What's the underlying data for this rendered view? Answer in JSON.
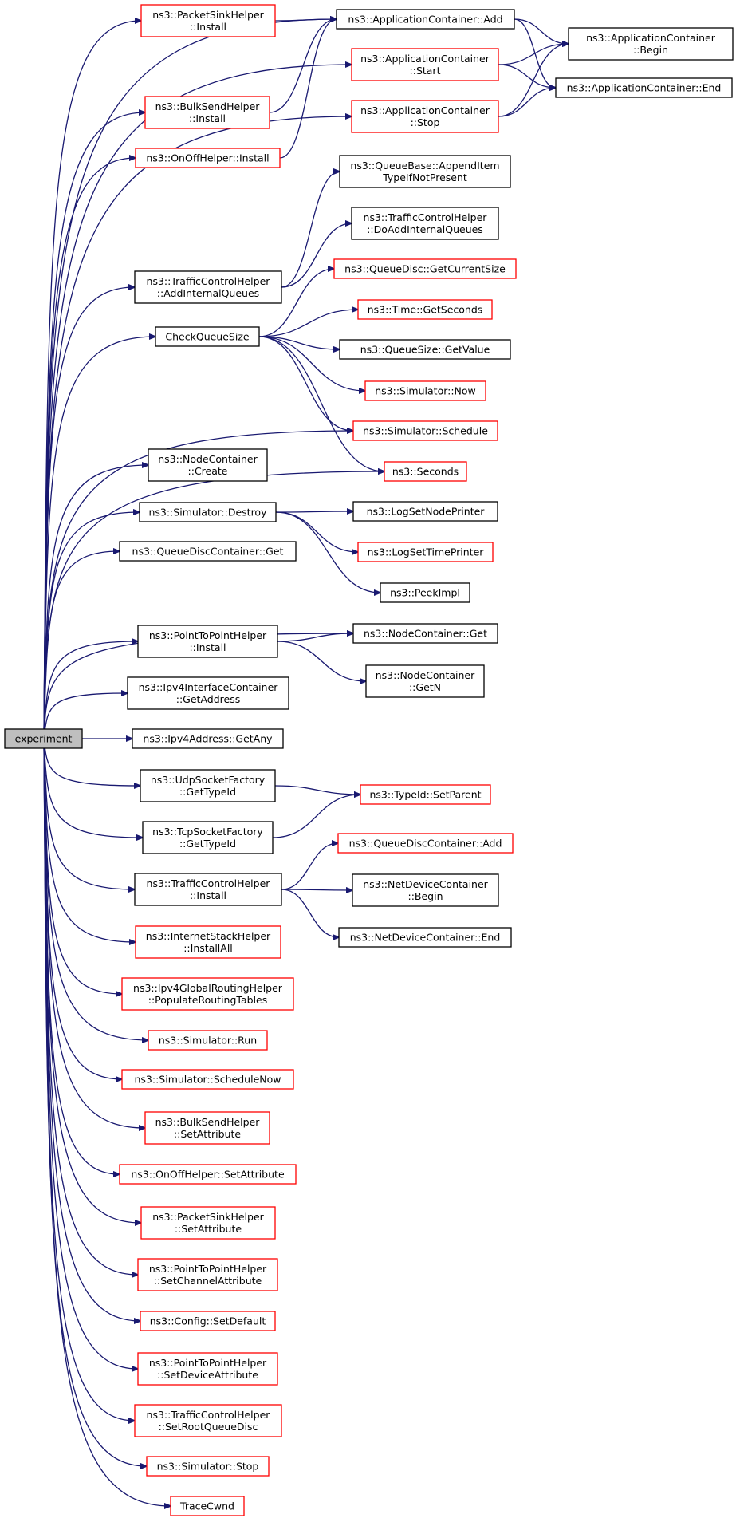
{
  "colors": {
    "edge": "#191970",
    "link_border": "#ff0000",
    "plain_border": "#000000",
    "root_fill": "#bfbfbf"
  },
  "nodes": [
    {
      "id": "experiment",
      "lines": [
        "experiment"
      ],
      "style": "root"
    },
    {
      "id": "psh_install",
      "lines": [
        "ns3::PacketSinkHelper",
        "::Install"
      ],
      "style": "red"
    },
    {
      "id": "bsh_install",
      "lines": [
        "ns3::BulkSendHelper",
        "::Install"
      ],
      "style": "red"
    },
    {
      "id": "ooh_install",
      "lines": [
        "ns3::OnOffHelper::Install"
      ],
      "style": "red"
    },
    {
      "id": "tch_aiq",
      "lines": [
        "ns3::TrafficControlHelper",
        "::AddInternalQueues"
      ],
      "style": "black"
    },
    {
      "id": "checkq",
      "lines": [
        "CheckQueueSize"
      ],
      "style": "black"
    },
    {
      "id": "nc_create",
      "lines": [
        "ns3::NodeContainer",
        "::Create"
      ],
      "style": "black"
    },
    {
      "id": "sim_destroy",
      "lines": [
        "ns3::Simulator::Destroy"
      ],
      "style": "black"
    },
    {
      "id": "qdc_get",
      "lines": [
        "ns3::QueueDiscContainer::Get"
      ],
      "style": "black"
    },
    {
      "id": "p2p_install",
      "lines": [
        "ns3::PointToPointHelper",
        "::Install"
      ],
      "style": "black"
    },
    {
      "id": "ipv4ic_getaddr",
      "lines": [
        "ns3::Ipv4InterfaceContainer",
        "::GetAddress"
      ],
      "style": "black"
    },
    {
      "id": "ipv4addr_getany",
      "lines": [
        "ns3::Ipv4Address::GetAny"
      ],
      "style": "black"
    },
    {
      "id": "udp_gettypeid",
      "lines": [
        "ns3::UdpSocketFactory",
        "::GetTypeId"
      ],
      "style": "black"
    },
    {
      "id": "tcp_gettypeid",
      "lines": [
        "ns3::TcpSocketFactory",
        "::GetTypeId"
      ],
      "style": "black"
    },
    {
      "id": "tch_install",
      "lines": [
        "ns3::TrafficControlHelper",
        "::Install"
      ],
      "style": "black"
    },
    {
      "id": "ish_installall",
      "lines": [
        "ns3::InternetStackHelper",
        "::InstallAll"
      ],
      "style": "red"
    },
    {
      "id": "ipv4grh_populate",
      "lines": [
        "ns3::Ipv4GlobalRoutingHelper",
        "::PopulateRoutingTables"
      ],
      "style": "red"
    },
    {
      "id": "sim_run",
      "lines": [
        "ns3::Simulator::Run"
      ],
      "style": "red"
    },
    {
      "id": "sim_schednow",
      "lines": [
        "ns3::Simulator::ScheduleNow"
      ],
      "style": "red"
    },
    {
      "id": "bsh_setattr",
      "lines": [
        "ns3::BulkSendHelper",
        "::SetAttribute"
      ],
      "style": "red"
    },
    {
      "id": "ooh_setattr",
      "lines": [
        "ns3::OnOffHelper::SetAttribute"
      ],
      "style": "red"
    },
    {
      "id": "psh_setattr",
      "lines": [
        "ns3::PacketSinkHelper",
        "::SetAttribute"
      ],
      "style": "red"
    },
    {
      "id": "p2p_setchattr",
      "lines": [
        "ns3::PointToPointHelper",
        "::SetChannelAttribute"
      ],
      "style": "red"
    },
    {
      "id": "cfg_setdefault",
      "lines": [
        "ns3::Config::SetDefault"
      ],
      "style": "red"
    },
    {
      "id": "p2p_setdevattr",
      "lines": [
        "ns3::PointToPointHelper",
        "::SetDeviceAttribute"
      ],
      "style": "red"
    },
    {
      "id": "tch_setroot",
      "lines": [
        "ns3::TrafficControlHelper",
        "::SetRootQueueDisc"
      ],
      "style": "red"
    },
    {
      "id": "sim_stop",
      "lines": [
        "ns3::Simulator::Stop"
      ],
      "style": "red"
    },
    {
      "id": "tracecwnd",
      "lines": [
        "TraceCwnd"
      ],
      "style": "red"
    },
    {
      "id": "ac_add",
      "lines": [
        "ns3::ApplicationContainer::Add"
      ],
      "style": "black"
    },
    {
      "id": "ac_start",
      "lines": [
        "ns3::ApplicationContainer",
        "::Start"
      ],
      "style": "red"
    },
    {
      "id": "ac_stop",
      "lines": [
        "ns3::ApplicationContainer",
        "::Stop"
      ],
      "style": "red"
    },
    {
      "id": "qb_append",
      "lines": [
        "ns3::QueueBase::AppendItem",
        "TypeIfNotPresent"
      ],
      "style": "black"
    },
    {
      "id": "tch_doaiq",
      "lines": [
        "ns3::TrafficControlHelper",
        "::DoAddInternalQueues"
      ],
      "style": "black"
    },
    {
      "id": "qd_getcursize",
      "lines": [
        "ns3::QueueDisc::GetCurrentSize"
      ],
      "style": "red"
    },
    {
      "id": "time_getsec",
      "lines": [
        "ns3::Time::GetSeconds"
      ],
      "style": "red"
    },
    {
      "id": "qs_getvalue",
      "lines": [
        "ns3::QueueSize::GetValue"
      ],
      "style": "black"
    },
    {
      "id": "sim_now",
      "lines": [
        "ns3::Simulator::Now"
      ],
      "style": "red"
    },
    {
      "id": "sim_schedule",
      "lines": [
        "ns3::Simulator::Schedule"
      ],
      "style": "red"
    },
    {
      "id": "seconds",
      "lines": [
        "ns3::Seconds"
      ],
      "style": "red"
    },
    {
      "id": "log_nodeprinter",
      "lines": [
        "ns3::LogSetNodePrinter"
      ],
      "style": "black"
    },
    {
      "id": "log_timeprinter",
      "lines": [
        "ns3::LogSetTimePrinter"
      ],
      "style": "red"
    },
    {
      "id": "peekimpl",
      "lines": [
        "ns3::PeekImpl"
      ],
      "style": "black"
    },
    {
      "id": "nc_get",
      "lines": [
        "ns3::NodeContainer::Get"
      ],
      "style": "black"
    },
    {
      "id": "nc_getn",
      "lines": [
        "ns3::NodeContainer",
        "::GetN"
      ],
      "style": "black"
    },
    {
      "id": "typeid_setparent",
      "lines": [
        "ns3::TypeId::SetParent"
      ],
      "style": "red"
    },
    {
      "id": "qdc_add",
      "lines": [
        "ns3::QueueDiscContainer::Add"
      ],
      "style": "red"
    },
    {
      "id": "ndc_begin",
      "lines": [
        "ns3::NetDeviceContainer",
        "::Begin"
      ],
      "style": "black"
    },
    {
      "id": "ndc_end",
      "lines": [
        "ns3::NetDeviceContainer::End"
      ],
      "style": "black"
    },
    {
      "id": "ac_begin",
      "lines": [
        "ns3::ApplicationContainer",
        "::Begin"
      ],
      "style": "black"
    },
    {
      "id": "ac_end",
      "lines": [
        "ns3::ApplicationContainer::End"
      ],
      "style": "black"
    }
  ],
  "edges": [
    [
      "experiment",
      "psh_install"
    ],
    [
      "experiment",
      "ac_add"
    ],
    [
      "experiment",
      "bsh_install"
    ],
    [
      "experiment",
      "ooh_install"
    ],
    [
      "experiment",
      "ac_start"
    ],
    [
      "experiment",
      "ac_stop"
    ],
    [
      "experiment",
      "tch_aiq"
    ],
    [
      "experiment",
      "checkq"
    ],
    [
      "experiment",
      "sim_schedule"
    ],
    [
      "experiment",
      "seconds"
    ],
    [
      "experiment",
      "nc_create"
    ],
    [
      "experiment",
      "sim_destroy"
    ],
    [
      "experiment",
      "qdc_get"
    ],
    [
      "experiment",
      "nc_get"
    ],
    [
      "experiment",
      "p2p_install"
    ],
    [
      "experiment",
      "ipv4ic_getaddr"
    ],
    [
      "experiment",
      "ipv4addr_getany"
    ],
    [
      "experiment",
      "udp_gettypeid"
    ],
    [
      "experiment",
      "tcp_gettypeid"
    ],
    [
      "experiment",
      "tch_install"
    ],
    [
      "experiment",
      "ish_installall"
    ],
    [
      "experiment",
      "ipv4grh_populate"
    ],
    [
      "experiment",
      "sim_run"
    ],
    [
      "experiment",
      "sim_schednow"
    ],
    [
      "experiment",
      "bsh_setattr"
    ],
    [
      "experiment",
      "ooh_setattr"
    ],
    [
      "experiment",
      "psh_setattr"
    ],
    [
      "experiment",
      "p2p_setchattr"
    ],
    [
      "experiment",
      "cfg_setdefault"
    ],
    [
      "experiment",
      "p2p_setdevattr"
    ],
    [
      "experiment",
      "tch_setroot"
    ],
    [
      "experiment",
      "sim_stop"
    ],
    [
      "experiment",
      "tracecwnd"
    ],
    [
      "psh_install",
      "ac_add"
    ],
    [
      "bsh_install",
      "ac_add"
    ],
    [
      "ooh_install",
      "ac_add"
    ],
    [
      "ac_add",
      "ac_begin"
    ],
    [
      "ac_add",
      "ac_end"
    ],
    [
      "ac_start",
      "ac_begin"
    ],
    [
      "ac_start",
      "ac_end"
    ],
    [
      "ac_stop",
      "ac_begin"
    ],
    [
      "ac_stop",
      "ac_end"
    ],
    [
      "tch_aiq",
      "qb_append"
    ],
    [
      "tch_aiq",
      "tch_doaiq"
    ],
    [
      "checkq",
      "qd_getcursize"
    ],
    [
      "checkq",
      "time_getsec"
    ],
    [
      "checkq",
      "qs_getvalue"
    ],
    [
      "checkq",
      "sim_now"
    ],
    [
      "checkq",
      "sim_schedule"
    ],
    [
      "checkq",
      "seconds"
    ],
    [
      "sim_destroy",
      "log_nodeprinter"
    ],
    [
      "sim_destroy",
      "log_timeprinter"
    ],
    [
      "sim_destroy",
      "peekimpl"
    ],
    [
      "p2p_install",
      "nc_get"
    ],
    [
      "p2p_install",
      "nc_getn"
    ],
    [
      "udp_gettypeid",
      "typeid_setparent"
    ],
    [
      "tcp_gettypeid",
      "typeid_setparent"
    ],
    [
      "tch_install",
      "qdc_add"
    ],
    [
      "tch_install",
      "ndc_begin"
    ],
    [
      "tch_install",
      "ndc_end"
    ]
  ]
}
